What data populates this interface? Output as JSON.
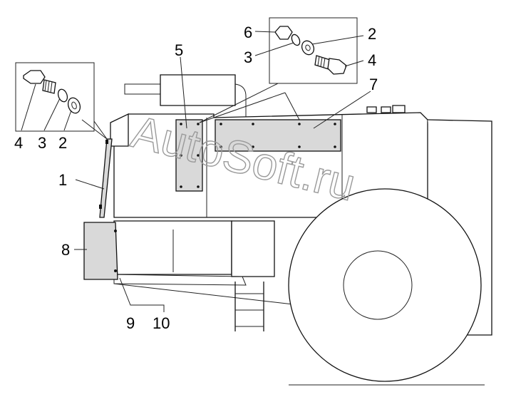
{
  "watermark": "AutoSoft.ru",
  "callouts": {
    "left_box": {
      "bolt": "4",
      "lock_washer": "3",
      "flat_washer": "2"
    },
    "top_box": {
      "nut": "6",
      "flat_washer": "2",
      "lock_washer": "3",
      "bolt": "4"
    },
    "panel_small": "5",
    "panel_large": "7",
    "side_strip": "1",
    "battery_box": "8",
    "fastener_a": "9",
    "fastener_b": "10"
  }
}
